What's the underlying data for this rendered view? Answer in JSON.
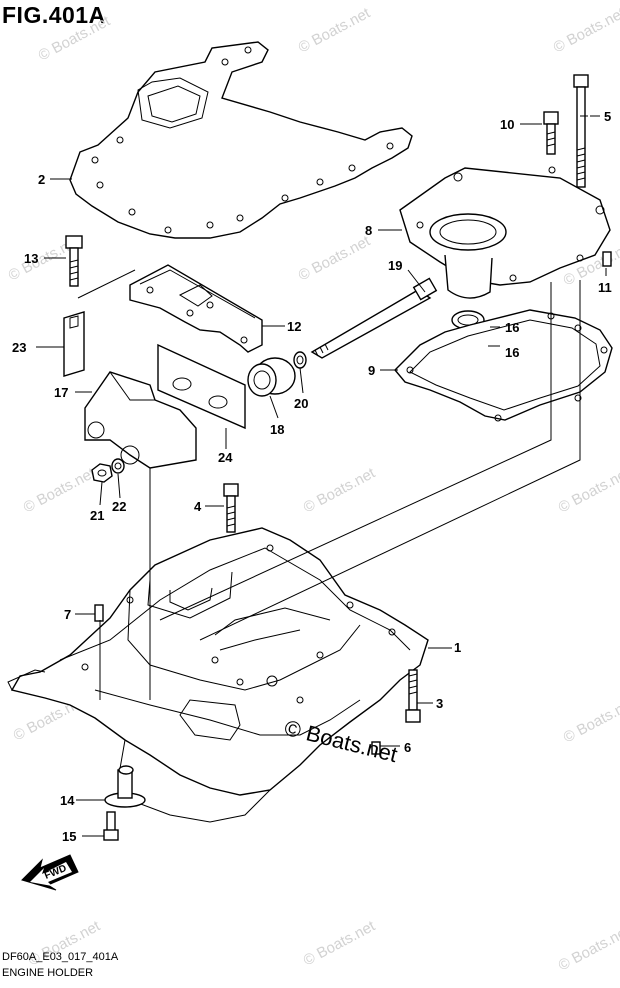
{
  "figure": {
    "title": "FIG.401A",
    "code": "DF60A_E03_017_401A",
    "name": "ENGINE HOLDER"
  },
  "watermark": {
    "small": "© Boats.net",
    "large": "© Boats.net"
  },
  "fwd_label": "FWD",
  "callouts": [
    "1",
    "2",
    "3",
    "4",
    "5",
    "6",
    "7",
    "8",
    "9",
    "10",
    "11",
    "12",
    "13",
    "14",
    "15",
    "16",
    "16",
    "17",
    "18",
    "19",
    "20",
    "21",
    "22",
    "23",
    "24"
  ]
}
